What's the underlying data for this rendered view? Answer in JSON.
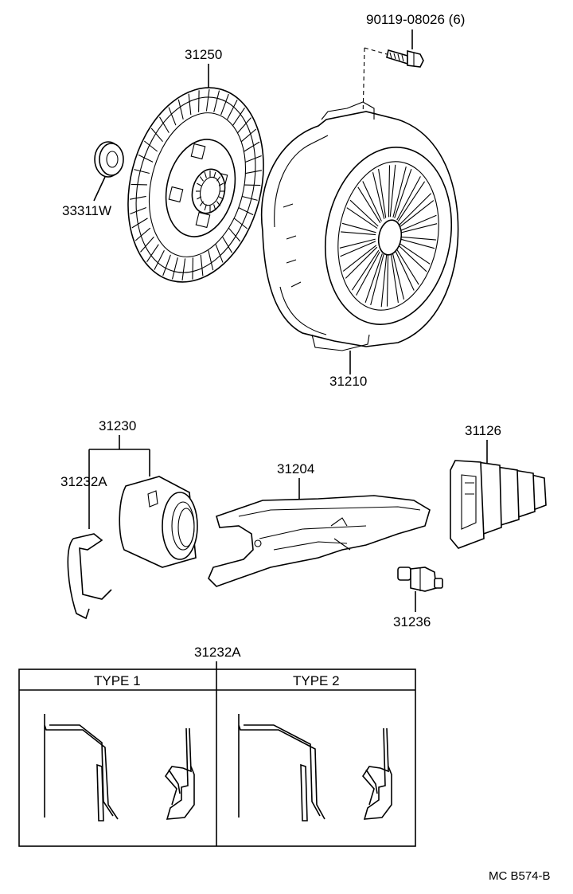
{
  "parts": {
    "bolt": "90119-08026 (6)",
    "clutch_disc": "31250",
    "pilot_bearing": "33311W",
    "clutch_cover": "31210",
    "release_bearing_assy": "31230",
    "release_clip": "31232A",
    "release_fork": "31204",
    "boot": "31126",
    "fork_support": "31236"
  },
  "type_table": {
    "title": "31232A",
    "columns": [
      "TYPE 1",
      "TYPE 2"
    ]
  },
  "footer": {
    "ref": "MC B574-B"
  }
}
